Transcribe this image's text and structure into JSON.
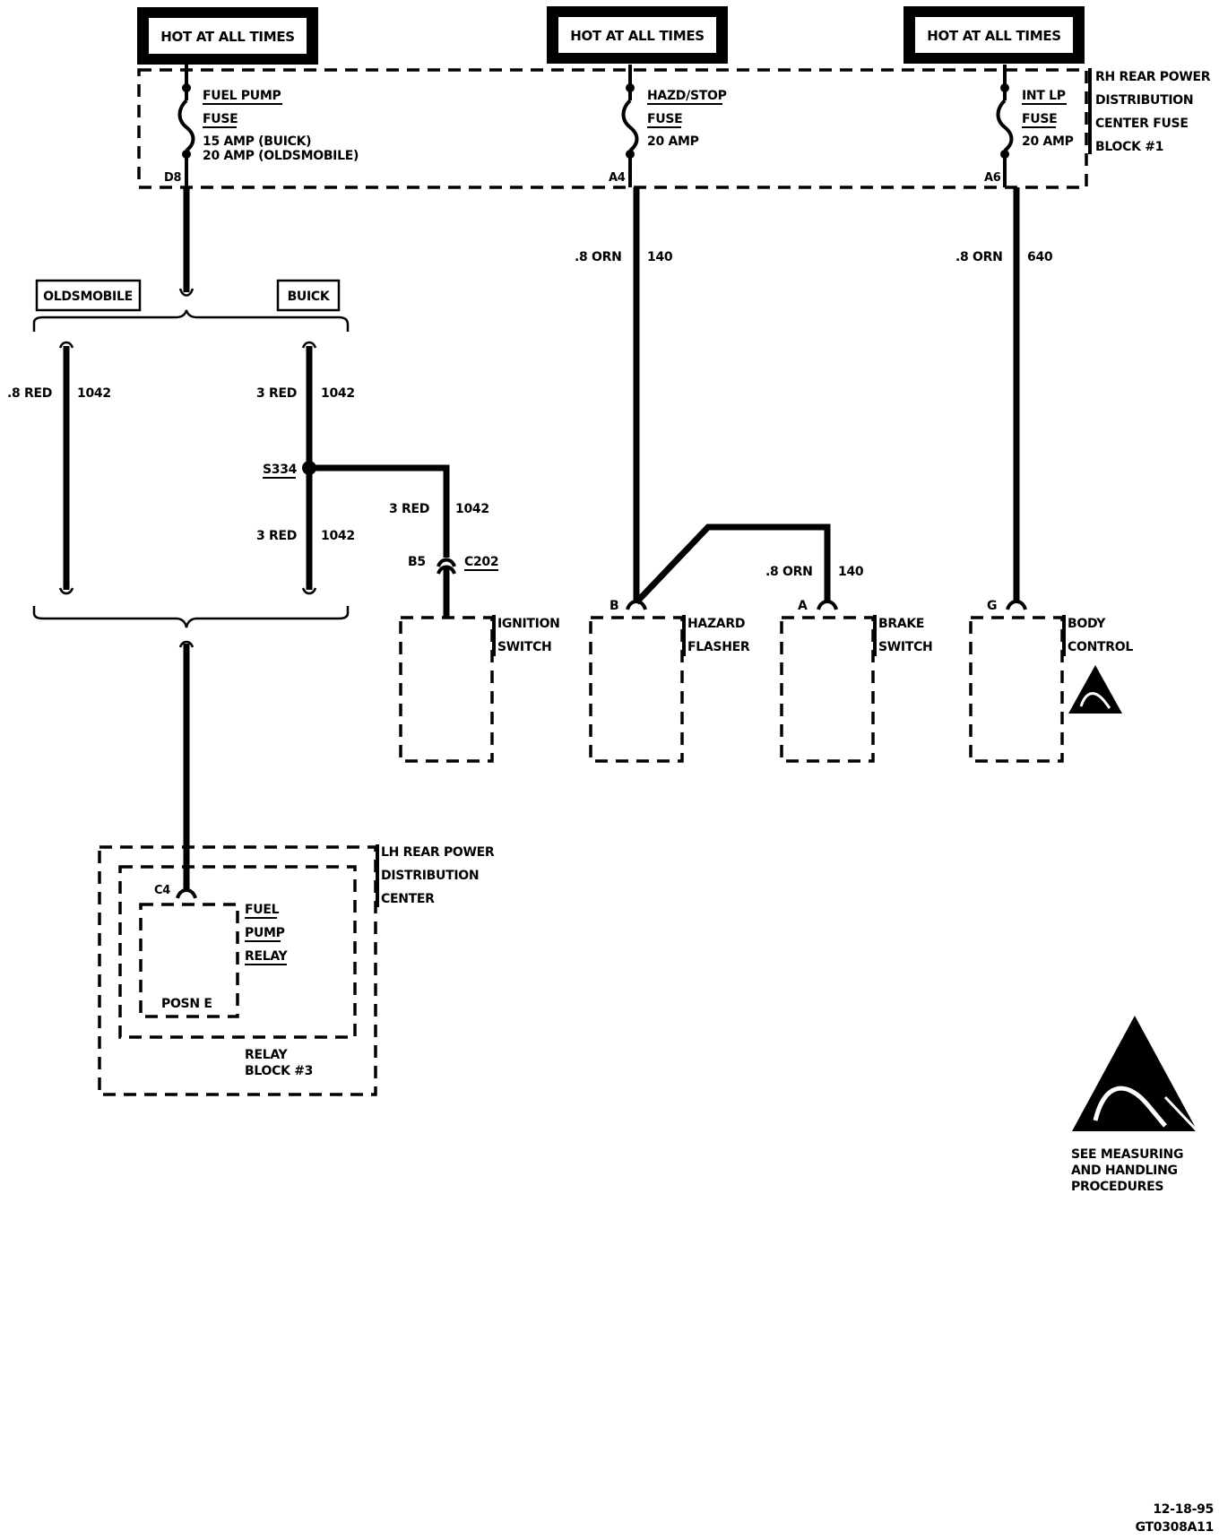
{
  "power": {
    "hot1": "HOT AT ALL TIMES",
    "hot2": "HOT AT ALL TIMES",
    "hot3": "HOT AT ALL TIMES"
  },
  "rh_block": {
    "line1": "RH REAR POWER",
    "line2": "DISTRIBUTION",
    "line3": "CENTER FUSE",
    "line4": "BLOCK #1"
  },
  "fuses": {
    "fuel": {
      "name1": "FUEL PUMP",
      "name2": "FUSE",
      "rating1": "15 AMP (BUICK)",
      "rating2": "20 AMP (OLDSMOBILE)",
      "terminal": "D8"
    },
    "hazd": {
      "name1": "HAZD/STOP",
      "name2": "FUSE",
      "rating1": "20 AMP",
      "terminal": "A4"
    },
    "intlp": {
      "name1": "INT LP",
      "name2": "FUSE",
      "rating1": "20 AMP",
      "terminal": "A6"
    }
  },
  "variants": {
    "olds": "OLDSMOBILE",
    "buick": "BUICK"
  },
  "wires": {
    "olds_color": ".8 RED",
    "olds_circuit": "1042",
    "buick_upper_color": "3 RED",
    "buick_upper_circuit": "1042",
    "buick_lower_color": "3 RED",
    "buick_lower_circuit": "1042",
    "ign_color": "3 RED",
    "ign_circuit": "1042",
    "hazd_color": ".8 ORN",
    "hazd_circuit": "140",
    "brake_color": ".8 ORN",
    "brake_circuit": "140",
    "body_color": ".8 ORN",
    "body_circuit": "640"
  },
  "splice": "S334",
  "connector": {
    "pin": "B5",
    "name": "C202"
  },
  "components": {
    "ignition": {
      "line1": "IGNITION",
      "line2": "SWITCH"
    },
    "hazard": {
      "pin": "B",
      "line1": "HAZARD",
      "line2": "FLASHER"
    },
    "brake": {
      "pin": "A",
      "line1": "BRAKE",
      "line2": "SWITCH"
    },
    "body": {
      "pin": "G",
      "line1": "BODY",
      "line2": "CONTROL"
    }
  },
  "lh_block": {
    "line1": "LH REAR POWER",
    "line2": "DISTRIBUTION",
    "line3": "CENTER"
  },
  "relay": {
    "pin": "C4",
    "line1": "FUEL",
    "line2": "PUMP",
    "line3": "RELAY",
    "position": "POSN E",
    "block1": "RELAY",
    "block2": "BLOCK #3"
  },
  "esd": {
    "line1": "SEE MEASURING",
    "line2": "AND HANDLING",
    "line3": "PROCEDURES"
  },
  "footer": {
    "date": "12-18-95",
    "code": "GT0308A11"
  }
}
